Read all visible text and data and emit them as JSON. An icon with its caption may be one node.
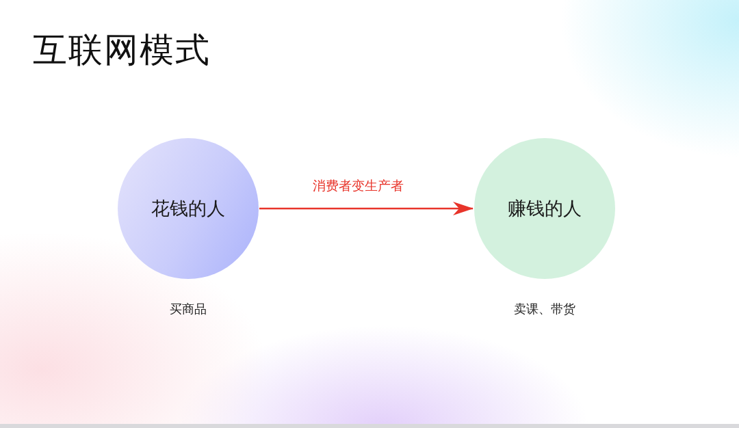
{
  "diagram": {
    "title": "互联网模式",
    "nodes": [
      {
        "text": [
          "花钱的人"
        ],
        "beside": [
          "买商品"
        ]
      },
      {
        "text": [
          "赚钱的人"
        ],
        "beside": [
          "卖课、带货"
        ]
      }
    ],
    "edges": [
      {
        "from": 0,
        "to": 1,
        "arrow": "to",
        "label": "消费者变生产者",
        "color": "#e8342a"
      }
    ]
  }
}
